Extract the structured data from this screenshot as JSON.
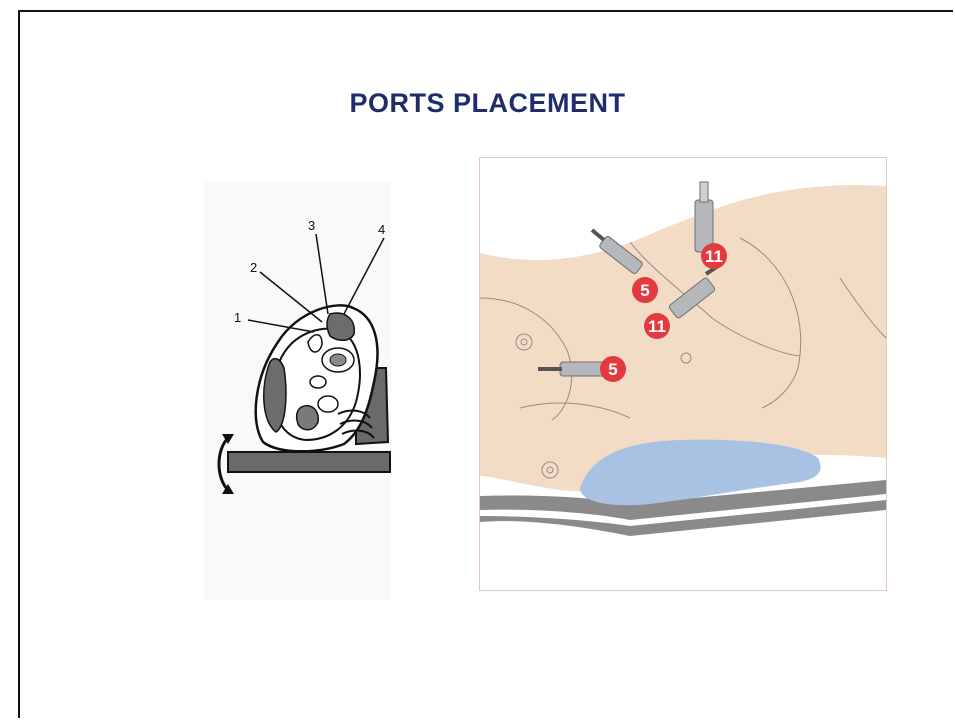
{
  "slide": {
    "title": "PORTS  PLACEMENT"
  },
  "left_figure": {
    "labels": [
      "1",
      "2",
      "3",
      "4"
    ],
    "icon": "rotation-arrow-icon"
  },
  "right_figure": {
    "ports": [
      {
        "label": "5"
      },
      {
        "label": "11"
      },
      {
        "label": "11"
      },
      {
        "label": "5"
      }
    ],
    "colors": {
      "skin": "#f3dcc6",
      "marker": "#e23a3e",
      "pad": "#a9c2e4",
      "table": "#8a8a8a"
    }
  }
}
